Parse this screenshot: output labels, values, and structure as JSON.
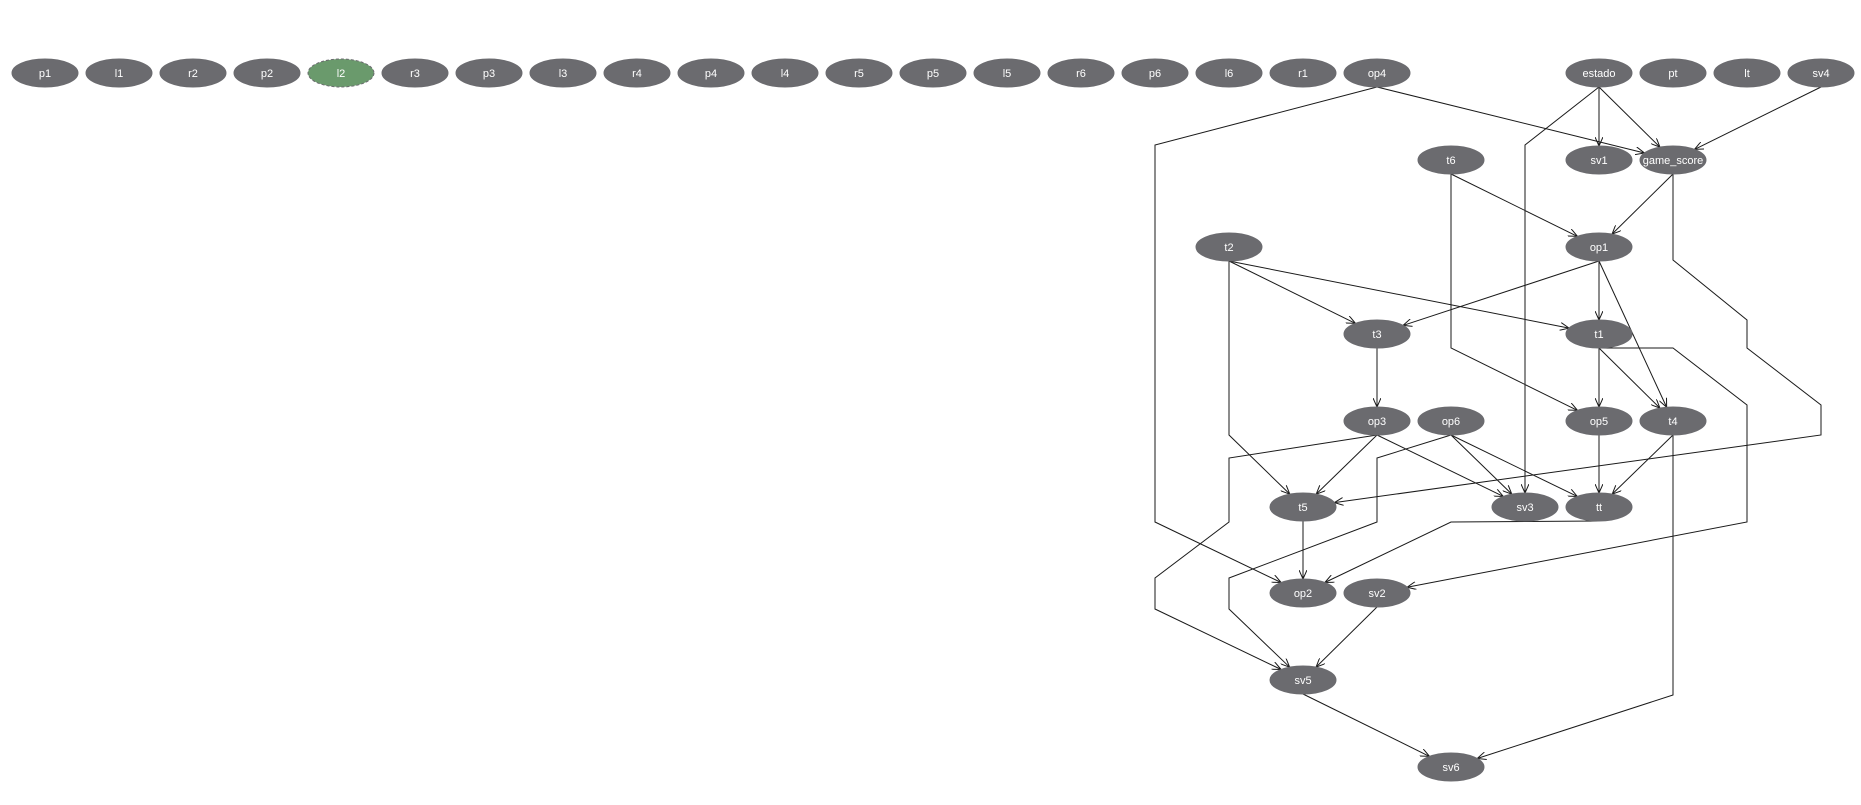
{
  "colors": {
    "node_fill": "#6b6b6f",
    "node_selected_fill": "#6a9a6c",
    "node_text": "#ffffff",
    "node_selected_text": "#1a2f8a",
    "edge": "#1a1a1a",
    "background": "#ffffff"
  },
  "graph": {
    "selected_node": "l2",
    "nodes": [
      {
        "id": "p1",
        "label": "p1"
      },
      {
        "id": "l1",
        "label": "l1"
      },
      {
        "id": "r2",
        "label": "r2"
      },
      {
        "id": "p2",
        "label": "p2"
      },
      {
        "id": "l2",
        "label": "l2"
      },
      {
        "id": "r3",
        "label": "r3"
      },
      {
        "id": "p3",
        "label": "p3"
      },
      {
        "id": "l3",
        "label": "l3"
      },
      {
        "id": "r4",
        "label": "r4"
      },
      {
        "id": "p4",
        "label": "p4"
      },
      {
        "id": "l4",
        "label": "l4"
      },
      {
        "id": "r5",
        "label": "r5"
      },
      {
        "id": "p5",
        "label": "p5"
      },
      {
        "id": "l5",
        "label": "l5"
      },
      {
        "id": "r6",
        "label": "r6"
      },
      {
        "id": "p6",
        "label": "p6"
      },
      {
        "id": "l6",
        "label": "l6"
      },
      {
        "id": "r1",
        "label": "r1"
      },
      {
        "id": "op4",
        "label": "op4"
      },
      {
        "id": "estado",
        "label": "estado"
      },
      {
        "id": "pt",
        "label": "pt"
      },
      {
        "id": "lt",
        "label": "lt"
      },
      {
        "id": "sv4",
        "label": "sv4"
      },
      {
        "id": "t6",
        "label": "t6"
      },
      {
        "id": "sv1",
        "label": "sv1"
      },
      {
        "id": "game_score",
        "label": "game_score"
      },
      {
        "id": "t2",
        "label": "t2"
      },
      {
        "id": "op1",
        "label": "op1"
      },
      {
        "id": "t3",
        "label": "t3"
      },
      {
        "id": "t1",
        "label": "t1"
      },
      {
        "id": "op3",
        "label": "op3"
      },
      {
        "id": "op6",
        "label": "op6"
      },
      {
        "id": "op5",
        "label": "op5"
      },
      {
        "id": "t4",
        "label": "t4"
      },
      {
        "id": "t5",
        "label": "t5"
      },
      {
        "id": "sv3",
        "label": "sv3"
      },
      {
        "id": "tt",
        "label": "tt"
      },
      {
        "id": "op2",
        "label": "op2"
      },
      {
        "id": "sv2",
        "label": "sv2"
      },
      {
        "id": "sv5",
        "label": "sv5"
      },
      {
        "id": "sv6",
        "label": "sv6"
      }
    ],
    "edges": [
      {
        "from": "estado",
        "to": "sv1"
      },
      {
        "from": "estado",
        "to": "game_score"
      },
      {
        "from": "op4",
        "to": "game_score"
      },
      {
        "from": "sv4",
        "to": "game_score"
      },
      {
        "from": "estado",
        "to": "sv3"
      },
      {
        "from": "op4",
        "to": "op2"
      },
      {
        "from": "game_score",
        "to": "op1"
      },
      {
        "from": "t6",
        "to": "op1"
      },
      {
        "from": "game_score",
        "to": "t5"
      },
      {
        "from": "t6",
        "to": "op5"
      },
      {
        "from": "op1",
        "to": "t3"
      },
      {
        "from": "op1",
        "to": "t1"
      },
      {
        "from": "op1",
        "to": "t4"
      },
      {
        "from": "t2",
        "to": "t3"
      },
      {
        "from": "t2",
        "to": "t1"
      },
      {
        "from": "t2",
        "to": "t5"
      },
      {
        "from": "t1",
        "to": "op5"
      },
      {
        "from": "t1",
        "to": "t4"
      },
      {
        "from": "t1",
        "to": "sv2"
      },
      {
        "from": "t3",
        "to": "op3"
      },
      {
        "from": "op3",
        "to": "t5"
      },
      {
        "from": "op3",
        "to": "sv3"
      },
      {
        "from": "op3",
        "to": "sv5"
      },
      {
        "from": "op6",
        "to": "sv3"
      },
      {
        "from": "op6",
        "to": "tt"
      },
      {
        "from": "op6",
        "to": "sv5"
      },
      {
        "from": "op5",
        "to": "tt"
      },
      {
        "from": "t4",
        "to": "tt"
      },
      {
        "from": "t4",
        "to": "sv6"
      },
      {
        "from": "t5",
        "to": "op2"
      },
      {
        "from": "tt",
        "to": "op2"
      },
      {
        "from": "sv2",
        "to": "sv5"
      },
      {
        "from": "sv5",
        "to": "sv6"
      }
    ]
  }
}
